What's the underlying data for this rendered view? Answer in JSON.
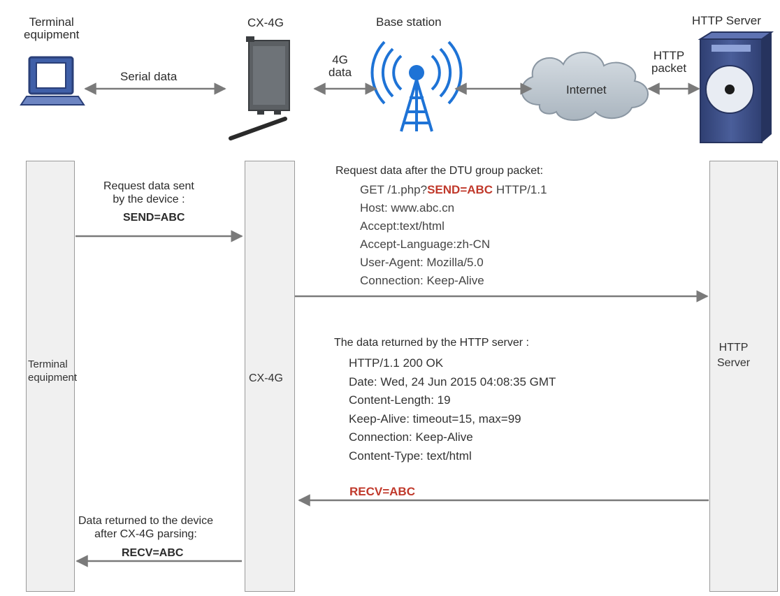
{
  "top": {
    "terminal_label": "Terminal\nequipment",
    "cx4g_label": "CX-4G",
    "base_station_label": "Base station",
    "http_server_label": "HTTP Server",
    "serial_data": "Serial data",
    "g4_data": "4G\ndata",
    "internet": "Internet",
    "http_packet": "HTTP\npacket"
  },
  "lanes": {
    "terminal": "Terminal\nequipment",
    "cx4g": "CX-4G",
    "server": "HTTP\nServer"
  },
  "request_sent": {
    "caption": "Request data sent\nby the device :",
    "value": "SEND=ABC"
  },
  "dtu_packet": {
    "title": "Request data after the DTU group packet:",
    "line1_prefix": "GET /1.php?",
    "line1_highlight": "SEND=ABC",
    "line1_suffix": " HTTP/1.1",
    "lines": [
      "Host: www.abc.cn",
      "Accept:text/html",
      "Accept-Language:zh-CN",
      "User-Agent: Mozilla/5.0",
      "Connection: Keep-Alive"
    ]
  },
  "server_response": {
    "title": "The data returned by the HTTP server :",
    "lines": [
      "HTTP/1.1 200 OK",
      "Date: Wed, 24 Jun 2015 04:08:35 GMT",
      "Content-Length: 19",
      "Keep-Alive: timeout=15, max=99",
      "Connection: Keep-Alive",
      "Content-Type: text/html"
    ],
    "recv": "RECV=ABC"
  },
  "returned": {
    "caption": "Data returned to the device\nafter CX-4G parsing:",
    "value": "RECV=ABC"
  },
  "colors": {
    "highlight": "#c0392b",
    "arrow": "#7a7a7a",
    "antenna": "#1e73d6",
    "server_body": "#3c4f86"
  }
}
